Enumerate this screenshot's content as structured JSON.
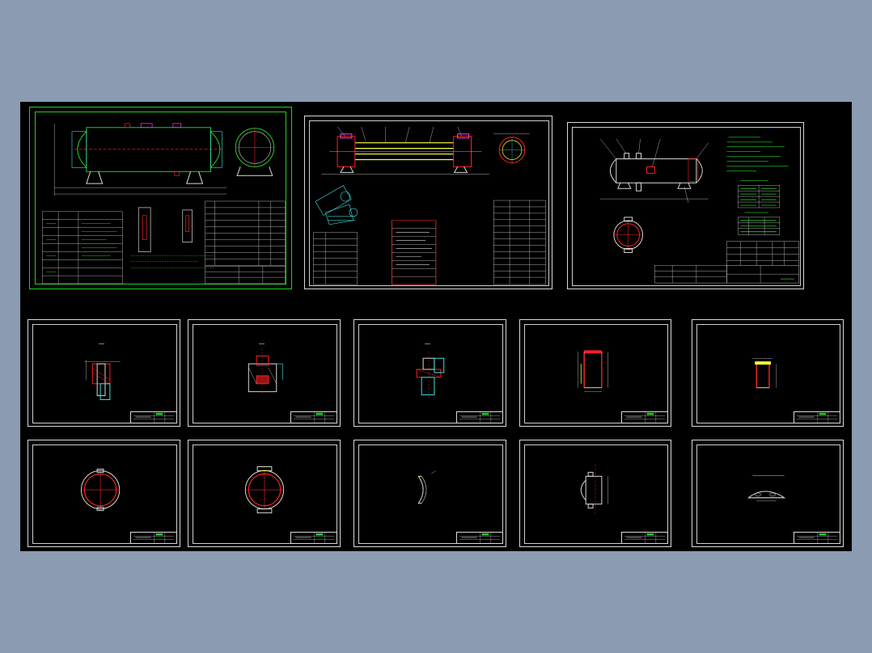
{
  "viewer": {
    "background_color": "#8b9bb2",
    "canvas_color": "#000000"
  },
  "colors": {
    "frame": "#d9d9d9",
    "green": "#20d020",
    "red": "#ff2020",
    "yellow": "#ffff40",
    "cyan": "#40e0e0",
    "magenta": "#ff40ff",
    "white": "#ffffff"
  },
  "sheets": [
    {
      "id": "assembly-sheet-1",
      "kind": "assembly",
      "frame_color": "#20d020",
      "subject": "horizontal-vessel-elevation"
    },
    {
      "id": "assembly-sheet-2",
      "kind": "assembly",
      "frame_color": "#d9d9d9",
      "subject": "tube-bundle-elevation"
    },
    {
      "id": "assembly-sheet-3",
      "kind": "assembly",
      "frame_color": "#d9d9d9",
      "subject": "vessel-with-tables"
    },
    {
      "id": "detail-sheet-1",
      "kind": "detail",
      "subject": "nozzle-section"
    },
    {
      "id": "detail-sheet-2",
      "kind": "detail",
      "subject": "flange-section"
    },
    {
      "id": "detail-sheet-3",
      "kind": "detail",
      "subject": "small-nozzle"
    },
    {
      "id": "detail-sheet-4",
      "kind": "detail",
      "subject": "shell-cylinder"
    },
    {
      "id": "detail-sheet-5",
      "kind": "detail",
      "subject": "short-cylinder"
    },
    {
      "id": "detail-sheet-6",
      "kind": "detail",
      "subject": "tubesheet-circle"
    },
    {
      "id": "detail-sheet-7",
      "kind": "detail",
      "subject": "tubesheet-with-lugs"
    },
    {
      "id": "detail-sheet-8",
      "kind": "detail",
      "subject": "dished-head"
    },
    {
      "id": "detail-sheet-9",
      "kind": "detail",
      "subject": "channel-box"
    },
    {
      "id": "detail-sheet-10",
      "kind": "detail",
      "subject": "baffle-plate"
    }
  ]
}
